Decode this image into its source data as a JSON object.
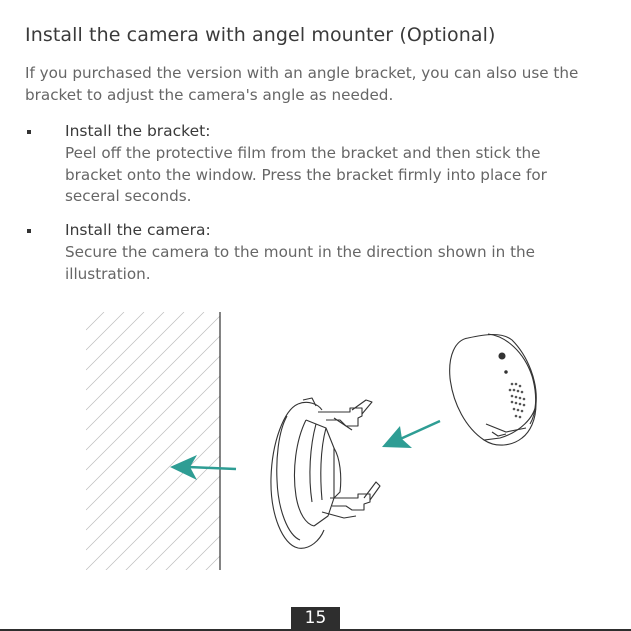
{
  "page": {
    "title": "Install the camera with angel mounter (Optional)",
    "intro": "If you purchased the version with an angle bracket, you can also use the bracket to adjust the camera's angle as needed.",
    "steps": [
      {
        "heading": "Install the bracket:",
        "text": "Peel off the protective film from the bracket and then stick the bracket onto the window. Press the bracket firmly into place for seceral seconds."
      },
      {
        "heading": "Install the camera:",
        "text": "Secure the camera to the mount in the direction shown in the illustration."
      }
    ],
    "page_number": "15"
  },
  "illustration": {
    "arrow_color": "#2e9d94",
    "line_color": "#333333",
    "hatch_color": "#bbbbbb",
    "icons": [
      "window-wall-icon",
      "angle-bracket-icon",
      "camera-icon",
      "arrow-left-icon"
    ]
  }
}
